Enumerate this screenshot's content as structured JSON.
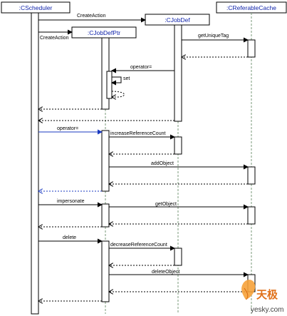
{
  "objects": {
    "scheduler": ":CScheduler",
    "jobdefptr": ":CJobDefPtr",
    "jobdef": ":CJobDef",
    "cache": ":CReferableCache"
  },
  "messages": {
    "create_jobdef": "CreateAction",
    "create_jobdefptr": "CreateAction",
    "get_unique_tag": "getUniqueTag",
    "operator_assign": "operator=",
    "set": "set",
    "operator_assign_2": "operator=",
    "increase_ref_count": "increaseReferenceCount",
    "add_object": "addObject",
    "impersonate": "impersonate",
    "get_object": "getObject",
    "delete": "delete",
    "decrease_ref_count": "decreaseReferenceCount",
    "delete_object": "deleteObject"
  },
  "watermark": {
    "brand": "天极",
    "site": "yesky.com"
  },
  "colors": {
    "object_name": "#0b1fa8",
    "highlight_message": "#1a3ac0",
    "lifeline": "#7a9a7a",
    "watermark": "#e0711a"
  }
}
